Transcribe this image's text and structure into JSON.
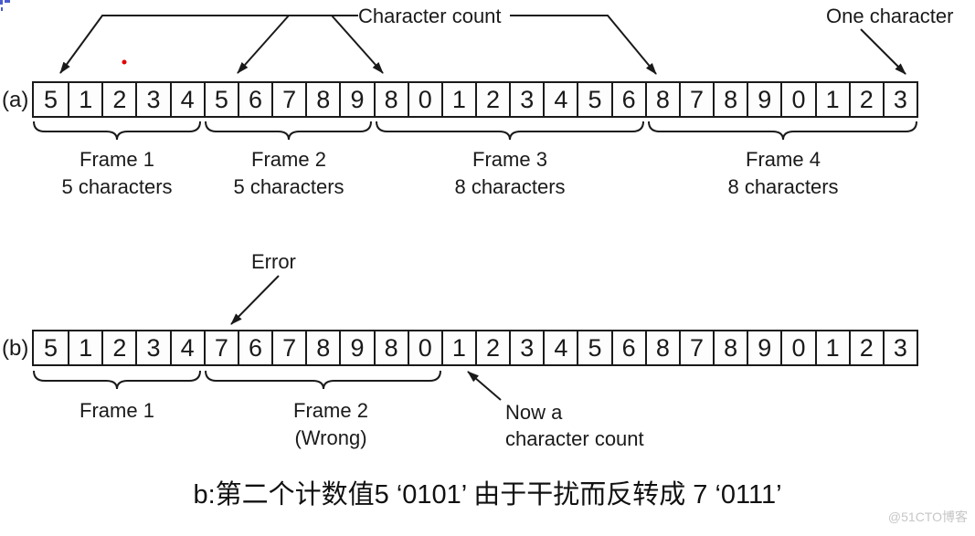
{
  "colors": {
    "line": "#1a1a1a",
    "background": "#ffffff",
    "watermark": "#c6c6c6",
    "artifact_red_dot": "#e00000",
    "artifact_blue_mark": "#4a5ccc"
  },
  "row_a": {
    "label": "(a)",
    "cells": [
      "5",
      "1",
      "2",
      "3",
      "4",
      "5",
      "6",
      "7",
      "8",
      "9",
      "8",
      "0",
      "1",
      "2",
      "3",
      "4",
      "5",
      "6",
      "8",
      "7",
      "8",
      "9",
      "0",
      "1",
      "2",
      "3"
    ],
    "annotations": {
      "character_count": "Character count",
      "one_character": "One character"
    },
    "frames": [
      {
        "name": "Frame 1",
        "detail": "5 characters"
      },
      {
        "name": "Frame 2",
        "detail": "5 characters"
      },
      {
        "name": "Frame 3",
        "detail": "8 characters"
      },
      {
        "name": "Frame 4",
        "detail": "8 characters"
      }
    ]
  },
  "row_b": {
    "label": "(b)",
    "cells": [
      "5",
      "1",
      "2",
      "3",
      "4",
      "7",
      "6",
      "7",
      "8",
      "9",
      "8",
      "0",
      "1",
      "2",
      "3",
      "4",
      "5",
      "6",
      "8",
      "7",
      "8",
      "9",
      "0",
      "1",
      "2",
      "3"
    ],
    "annotations": {
      "error": "Error",
      "now_a_line1": "Now a",
      "now_a_line2": "character count"
    },
    "frames": [
      {
        "name": "Frame 1",
        "detail": ""
      },
      {
        "name": "Frame 2",
        "detail": "(Wrong)"
      }
    ]
  },
  "caption": "b:第二个计数值5 ‘0101’ 由于干扰而反转成 7 ‘0111’",
  "watermark": "@51CTO博客"
}
